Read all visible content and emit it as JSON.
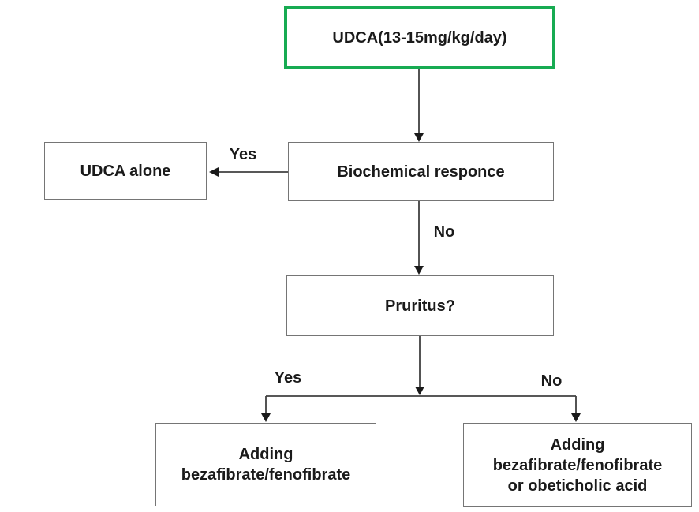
{
  "colors": {
    "highlight_border": "#17ab52",
    "box_border": "#757575",
    "line": "#404040",
    "arrow": "#1a1a1a",
    "text": "#1a1a1a",
    "background": "#ffffff"
  },
  "nodes": {
    "udca_dose": {
      "lines": [
        "UDCA(13-15mg/kg/day)"
      ]
    },
    "udca_alone": {
      "lines": [
        "UDCA alone"
      ]
    },
    "biochemical": {
      "lines": [
        "Biochemical responce"
      ]
    },
    "pruritus": {
      "lines": [
        "Pruritus?"
      ]
    },
    "adding_beza": {
      "lines": [
        "Adding",
        "bezafibrate/fenofibrate"
      ]
    },
    "adding_beza_oca": {
      "lines": [
        "Adding",
        "bezafibrate/fenofibrate",
        "or obeticholic acid"
      ]
    }
  },
  "edge_labels": {
    "biochemical_yes": "Yes",
    "biochemical_no": "No",
    "pruritus_yes": "Yes",
    "pruritus_no": "No"
  }
}
